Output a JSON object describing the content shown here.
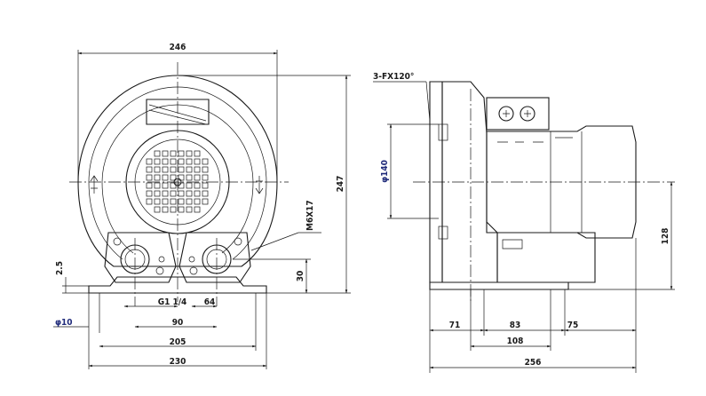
{
  "front_view": {
    "overall_width": "246",
    "overall_height": "247",
    "bolt_spec": "M6X17",
    "foot_thickness": "2.5",
    "inlet_height": "30",
    "port_thread": "G1 1/4",
    "port_pitch": "64",
    "port_spacing": "90",
    "mount_hole_dia": "φ10",
    "mount_hole_spacing": "205",
    "base_width": "230"
  },
  "side_view": {
    "flange_spec": "3-FX120°",
    "flange_diameter": "φ140",
    "shaft_height": "128",
    "dim_a": "71",
    "dim_b": "83",
    "dim_c": "75",
    "mount_length": "108",
    "overall_length": "256"
  }
}
